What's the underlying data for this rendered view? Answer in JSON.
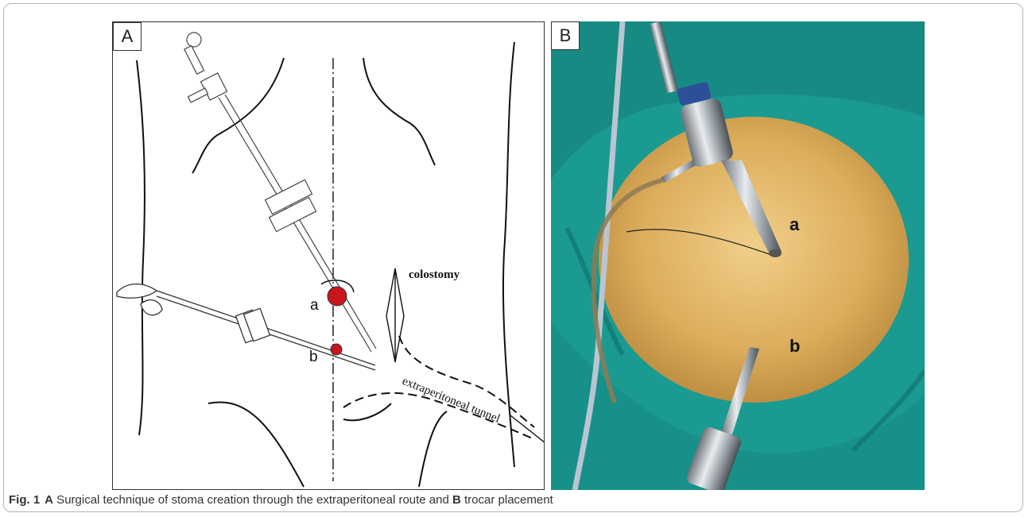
{
  "panel_a": {
    "label": "A",
    "colostomy_label": "colostomy",
    "tunnel_label": "extraperitoneal tunnel",
    "point_a": "a",
    "point_b": "b"
  },
  "panel_b": {
    "label": "B",
    "point_a": "a",
    "point_b": "b"
  },
  "caption": {
    "fig": "Fig. 1",
    "part_a_letter": "A",
    "part_a_text": " Surgical technique of stoma creation through the extraperitoneal route and ",
    "part_b_letter": "B",
    "part_b_text": " trocar placement"
  },
  "colors": {
    "drape": "#1b9a92",
    "skin": "#e0b35f",
    "port_red": "#c8161d",
    "line": "#111111"
  }
}
